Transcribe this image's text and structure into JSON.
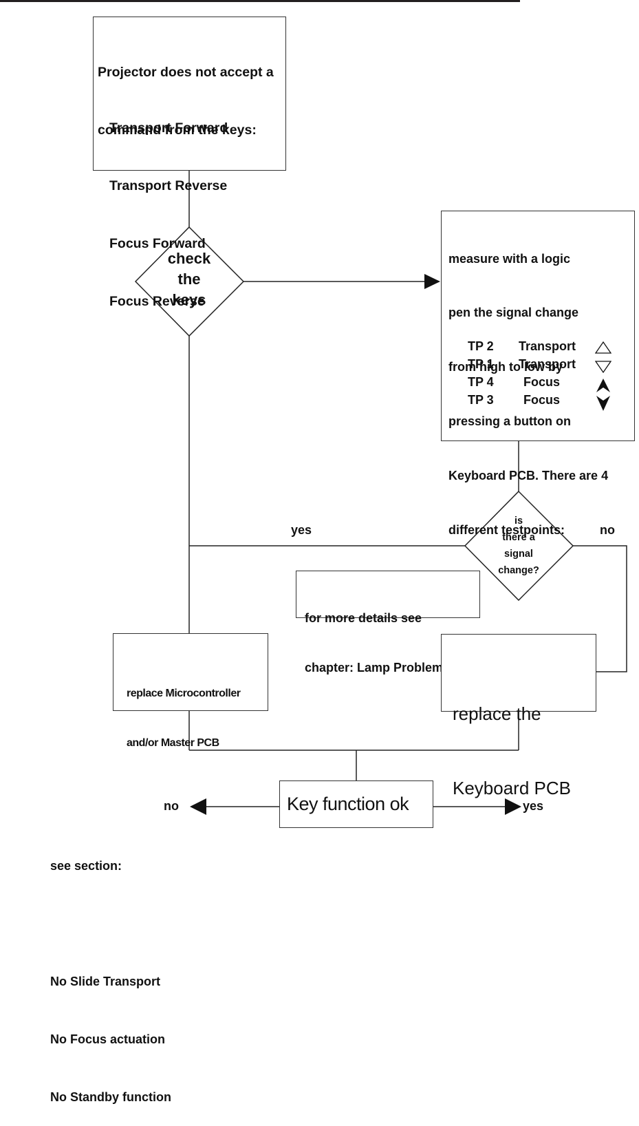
{
  "start_box": {
    "title_lines": [
      "Projector does not accept a",
      "command from the keys:"
    ],
    "keys": [
      "Transport Forward",
      "Transport Reverse",
      "Focus Forward",
      "Focus Reverse"
    ]
  },
  "check_keys_decision": {
    "lines": [
      "check",
      "the",
      "keys"
    ]
  },
  "measure_box": {
    "lines": [
      "measure with a logic",
      "pen the signal change",
      "from high to low by",
      "pressing a button on",
      "Keyboard PCB. There are 4",
      "different testpoints:"
    ],
    "testpoints": [
      {
        "tp": "TP 2",
        "function": "Transport",
        "icon": "triangle-up-outline-icon"
      },
      {
        "tp": "TP 1",
        "function": "Transport",
        "icon": "triangle-down-outline-icon"
      },
      {
        "tp": "TP 4",
        "function": "Focus",
        "icon": "arrow-up-solid-icon"
      },
      {
        "tp": "TP 3",
        "function": "Focus",
        "icon": "arrow-down-solid-icon"
      }
    ]
  },
  "signal_decision": {
    "lines": [
      "is",
      "there a",
      "signal",
      "change?"
    ],
    "yes_label": "yes",
    "no_label": "no"
  },
  "note_box": {
    "lines": [
      "for more details see",
      "chapter: Lamp Problems"
    ]
  },
  "replace_micro_box": {
    "lines": [
      "replace Microcontroller",
      "and/or Master PCB"
    ]
  },
  "replace_keyboard_box": {
    "lines": [
      "replace the",
      "Keyboard PCB"
    ]
  },
  "result_box": {
    "label": "Key function ok",
    "no_label": "no",
    "yes_label": "yes"
  },
  "see_section": {
    "heading": "see section:",
    "items": [
      "No Slide Transport",
      "No Focus actuation",
      "No Standby function"
    ]
  }
}
